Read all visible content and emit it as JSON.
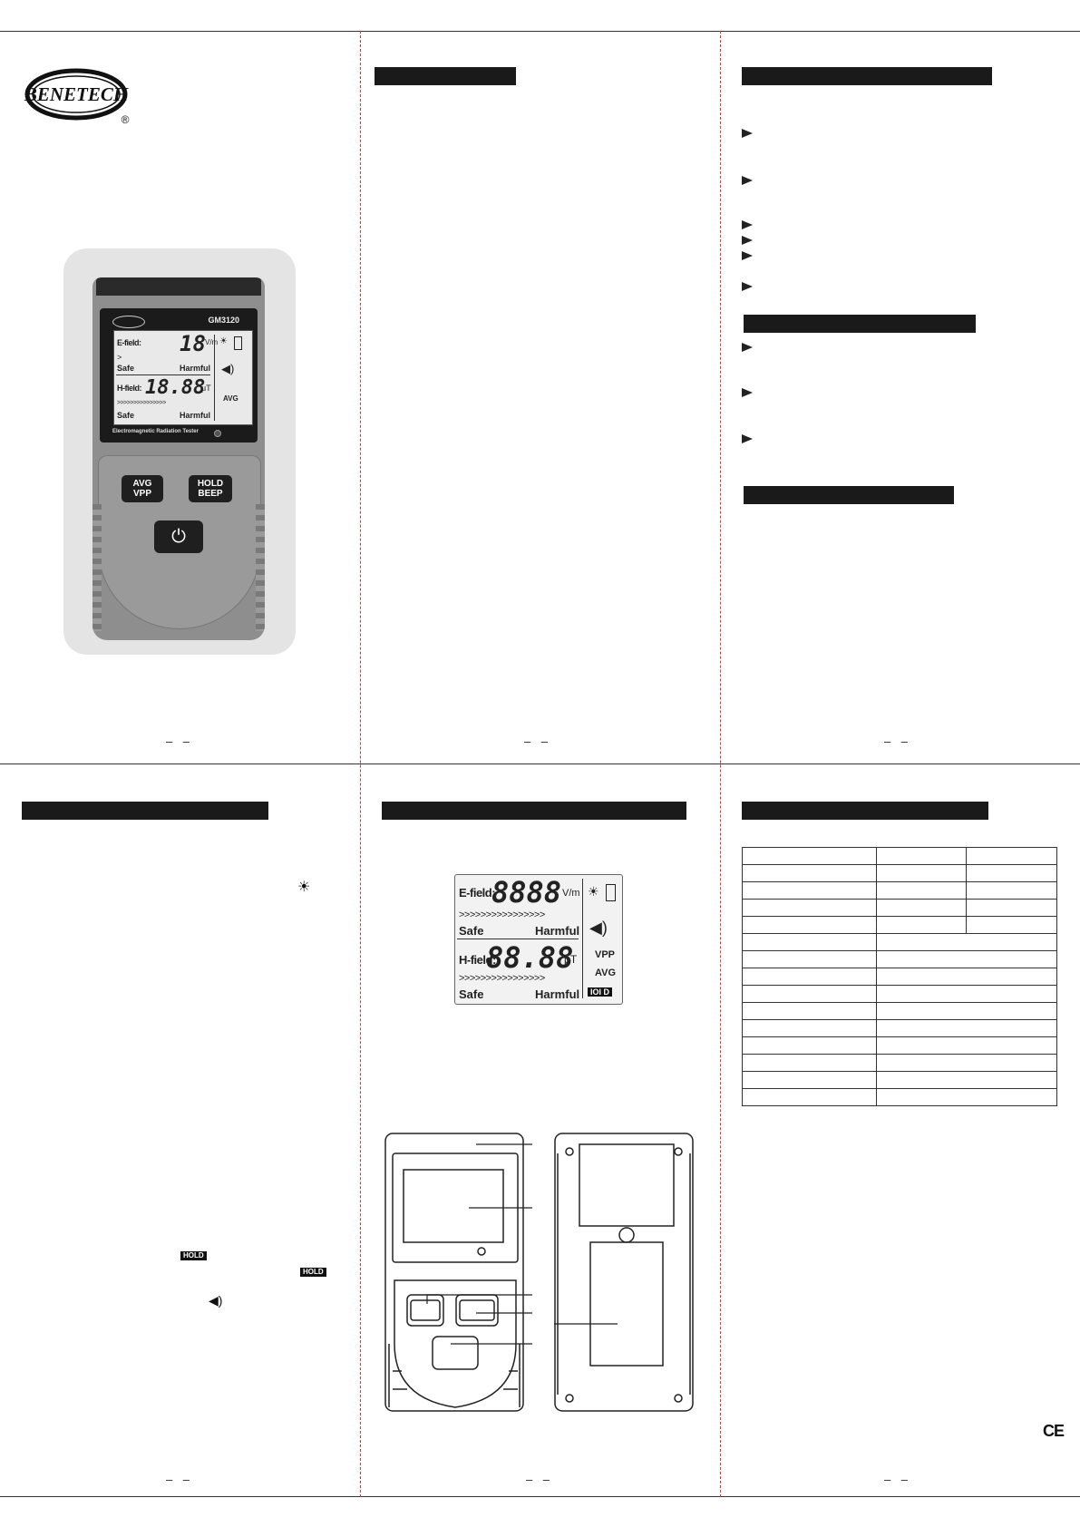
{
  "brand": {
    "name": "BENETECH",
    "registered": "®"
  },
  "device": {
    "model": "GM3120",
    "subtitle": "Electromagnetic Radiation Tester",
    "buttons": {
      "avg_vpp": [
        "AVG",
        "VPP"
      ],
      "hold_beep": [
        "HOLD",
        "BEEP"
      ],
      "power_symbol": "⏻"
    }
  },
  "lcd_front": {
    "e_label": "E-field:",
    "e_value": "18",
    "e_unit": "V/m",
    "e_bar": ">",
    "safe": "Safe",
    "harmful": "Harmful",
    "h_label": "H-field:",
    "h_value": "18.88",
    "h_unit": "μT",
    "h_bar": ">>>>>>>>>>>>>>>",
    "mode": "AVG"
  },
  "lcd_diagram": {
    "e_label": "E-field:",
    "e_value": "8888",
    "e_unit": "V/m",
    "bars": ">>>>>>>>>>>>>>>>",
    "safe": "Safe",
    "harmful": "Harmful",
    "h_label": "H-field:",
    "h_value": "88.88",
    "h_unit": "μT",
    "vpp": "VPP",
    "avg": "AVG",
    "badge": "IOI D"
  },
  "inline_badges": {
    "hold": "HOLD"
  },
  "page_numbers": [
    "– –",
    "– –",
    "– –",
    "– –",
    "– –",
    "– –"
  ],
  "ce_mark": "CE",
  "colors": {
    "bar": "#1a1a1a",
    "fold_line": "#d43a3a",
    "device_body": "#8c8c8c"
  }
}
